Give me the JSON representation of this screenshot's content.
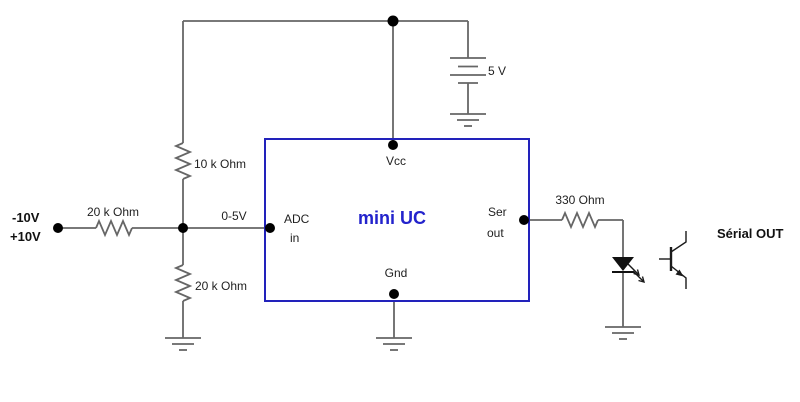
{
  "circuit": {
    "colors": {
      "wire": "#666666",
      "component": "#1a1a1a",
      "box_border": "#2222bb",
      "title": "#2323cc",
      "text": "#1f1f1f"
    },
    "input": {
      "neg": "-10V",
      "pos": "+10V",
      "range": "0-5V"
    },
    "resistors": {
      "input": "20 k Ohm",
      "pullup": "10 k Ohm",
      "pulldown": "20 k Ohm",
      "series": "330 Ohm"
    },
    "battery": {
      "voltage": "5 V"
    },
    "mcu": {
      "title": "mini UC",
      "pins": {
        "vcc": "Vcc",
        "adc_top": "ADC",
        "adc_bottom": "in",
        "gnd": "Gnd",
        "ser_top": "Ser",
        "ser_bottom": "out"
      }
    },
    "output": {
      "label": "Sérial OUT"
    }
  }
}
